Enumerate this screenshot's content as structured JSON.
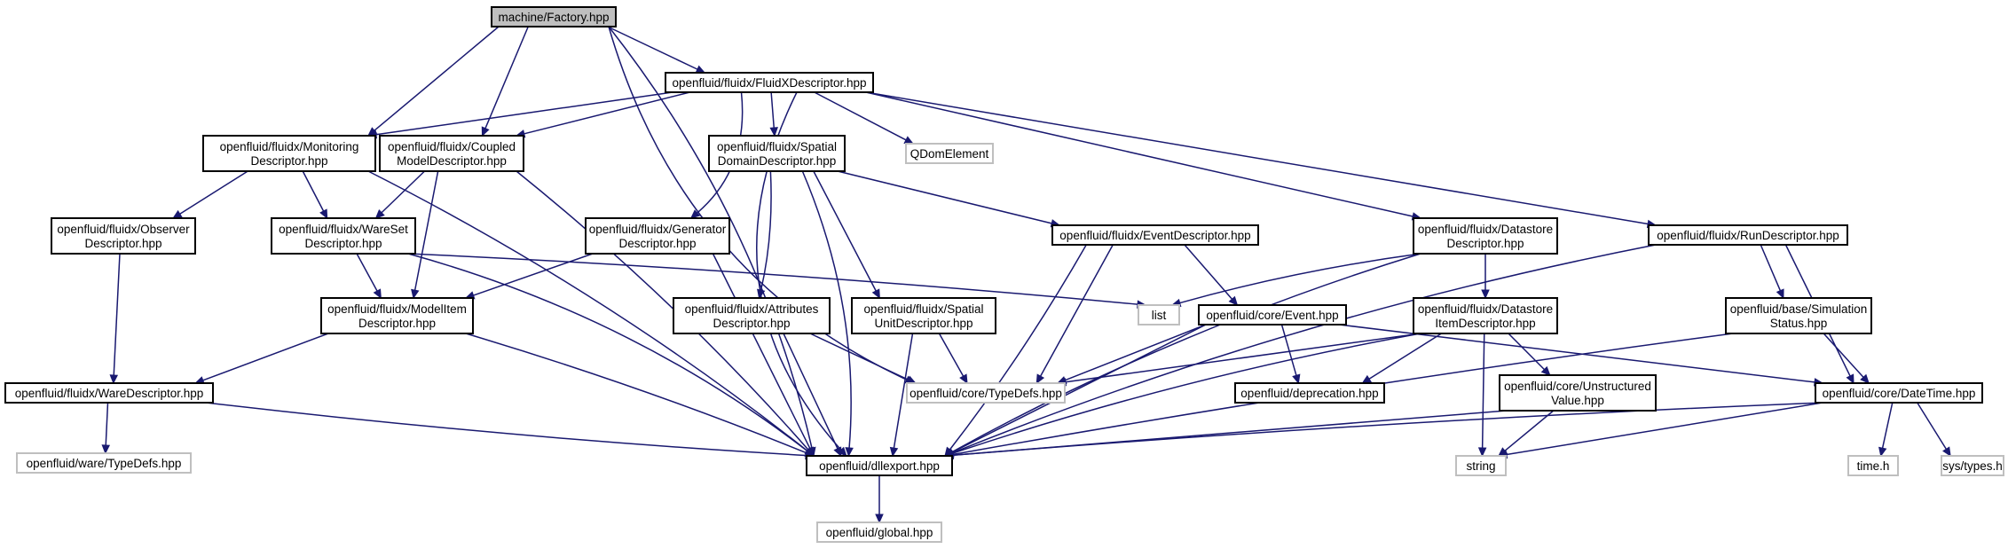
{
  "colors": {
    "edge": "#191970",
    "node_border": "#000000",
    "external_border": "#bfbfbf",
    "root_fill": "#bfbfbf",
    "node_fill": "#ffffff",
    "text": "#000000"
  },
  "nodes": [
    {
      "id": "factory",
      "lines": [
        "machine/Factory.hpp"
      ],
      "kind": "root"
    },
    {
      "id": "fluidxdesc",
      "lines": [
        "openfluid/fluidx/FluidXDescriptor.hpp"
      ],
      "kind": "local"
    },
    {
      "id": "monitoring",
      "lines": [
        "openfluid/fluidx/Monitoring",
        "Descriptor.hpp"
      ],
      "kind": "local"
    },
    {
      "id": "coupled",
      "lines": [
        "openfluid/fluidx/Coupled",
        "ModelDescriptor.hpp"
      ],
      "kind": "local"
    },
    {
      "id": "spatialdomain",
      "lines": [
        "openfluid/fluidx/Spatial",
        "DomainDescriptor.hpp"
      ],
      "kind": "local"
    },
    {
      "id": "qdom",
      "lines": [
        "QDomElement"
      ],
      "kind": "external"
    },
    {
      "id": "datastoredesc",
      "lines": [
        "openfluid/fluidx/Datastore",
        "Descriptor.hpp"
      ],
      "kind": "local"
    },
    {
      "id": "rundesc",
      "lines": [
        "openfluid/fluidx/RunDescriptor.hpp"
      ],
      "kind": "local"
    },
    {
      "id": "observer",
      "lines": [
        "openfluid/fluidx/Observer",
        "Descriptor.hpp"
      ],
      "kind": "local"
    },
    {
      "id": "wareset",
      "lines": [
        "openfluid/fluidx/WareSet",
        "Descriptor.hpp"
      ],
      "kind": "local"
    },
    {
      "id": "generator",
      "lines": [
        "openfluid/fluidx/Generator",
        "Descriptor.hpp"
      ],
      "kind": "local"
    },
    {
      "id": "eventdesc",
      "lines": [
        "openfluid/fluidx/EventDescriptor.hpp"
      ],
      "kind": "local"
    },
    {
      "id": "modelitem",
      "lines": [
        "openfluid/fluidx/ModelItem",
        "Descriptor.hpp"
      ],
      "kind": "local"
    },
    {
      "id": "attributes",
      "lines": [
        "openfluid/fluidx/Attributes",
        "Descriptor.hpp"
      ],
      "kind": "local"
    },
    {
      "id": "spatialunit",
      "lines": [
        "openfluid/fluidx/Spatial",
        "UnitDescriptor.hpp"
      ],
      "kind": "local"
    },
    {
      "id": "list",
      "lines": [
        "list"
      ],
      "kind": "external"
    },
    {
      "id": "coreevent",
      "lines": [
        "openfluid/core/Event.hpp"
      ],
      "kind": "local"
    },
    {
      "id": "dsitem",
      "lines": [
        "openfluid/fluidx/Datastore",
        "ItemDescriptor.hpp"
      ],
      "kind": "local"
    },
    {
      "id": "simstatus",
      "lines": [
        "openfluid/base/Simulation",
        "Status.hpp"
      ],
      "kind": "local"
    },
    {
      "id": "waredesc",
      "lines": [
        "openfluid/fluidx/WareDescriptor.hpp"
      ],
      "kind": "local"
    },
    {
      "id": "coretypedefs",
      "lines": [
        "openfluid/core/TypeDefs.hpp"
      ],
      "kind": "external"
    },
    {
      "id": "deprecation",
      "lines": [
        "openfluid/deprecation.hpp"
      ],
      "kind": "local"
    },
    {
      "id": "unstructured",
      "lines": [
        "openfluid/core/Unstructured",
        "Value.hpp"
      ],
      "kind": "local"
    },
    {
      "id": "datetime",
      "lines": [
        "openfluid/core/DateTime.hpp"
      ],
      "kind": "local"
    },
    {
      "id": "waretypedefs",
      "lines": [
        "openfluid/ware/TypeDefs.hpp"
      ],
      "kind": "external"
    },
    {
      "id": "dllexport",
      "lines": [
        "openfluid/dllexport.hpp"
      ],
      "kind": "local"
    },
    {
      "id": "string",
      "lines": [
        "string"
      ],
      "kind": "external"
    },
    {
      "id": "timeh",
      "lines": [
        "time.h"
      ],
      "kind": "external"
    },
    {
      "id": "systypes",
      "lines": [
        "sys/types.h"
      ],
      "kind": "external"
    },
    {
      "id": "global",
      "lines": [
        "openfluid/global.hpp"
      ],
      "kind": "external"
    }
  ],
  "edges": [
    [
      "factory",
      "fluidxdesc"
    ],
    [
      "factory",
      "monitoring"
    ],
    [
      "factory",
      "coupled"
    ],
    [
      "factory",
      "dllexport"
    ],
    [
      "factory",
      "coretypedefs"
    ],
    [
      "fluidxdesc",
      "monitoring"
    ],
    [
      "fluidxdesc",
      "coupled"
    ],
    [
      "fluidxdesc",
      "spatialdomain"
    ],
    [
      "fluidxdesc",
      "qdom"
    ],
    [
      "fluidxdesc",
      "datastoredesc"
    ],
    [
      "fluidxdesc",
      "rundesc"
    ],
    [
      "fluidxdesc",
      "generator"
    ],
    [
      "fluidxdesc",
      "dllexport"
    ],
    [
      "monitoring",
      "observer"
    ],
    [
      "monitoring",
      "wareset"
    ],
    [
      "monitoring",
      "dllexport"
    ],
    [
      "coupled",
      "wareset"
    ],
    [
      "coupled",
      "modelitem"
    ],
    [
      "coupled",
      "dllexport"
    ],
    [
      "observer",
      "waredesc"
    ],
    [
      "wareset",
      "modelitem"
    ],
    [
      "wareset",
      "list"
    ],
    [
      "wareset",
      "dllexport"
    ],
    [
      "generator",
      "modelitem"
    ],
    [
      "generator",
      "dllexport"
    ],
    [
      "modelitem",
      "waredesc"
    ],
    [
      "modelitem",
      "dllexport"
    ],
    [
      "waredesc",
      "waretypedefs"
    ],
    [
      "waredesc",
      "dllexport"
    ],
    [
      "spatialdomain",
      "attributes"
    ],
    [
      "spatialdomain",
      "spatialunit"
    ],
    [
      "spatialdomain",
      "eventdesc"
    ],
    [
      "spatialdomain",
      "dllexport"
    ],
    [
      "attributes",
      "coretypedefs"
    ],
    [
      "attributes",
      "dllexport"
    ],
    [
      "spatialunit",
      "coretypedefs"
    ],
    [
      "spatialunit",
      "dllexport"
    ],
    [
      "eventdesc",
      "coreevent"
    ],
    [
      "eventdesc",
      "coretypedefs"
    ],
    [
      "eventdesc",
      "dllexport"
    ],
    [
      "coreevent",
      "coretypedefs"
    ],
    [
      "coreevent",
      "deprecation"
    ],
    [
      "coreevent",
      "datetime"
    ],
    [
      "coreevent",
      "dllexport"
    ],
    [
      "datastoredesc",
      "list"
    ],
    [
      "datastoredesc",
      "dsitem"
    ],
    [
      "datastoredesc",
      "dllexport"
    ],
    [
      "dsitem",
      "coretypedefs"
    ],
    [
      "dsitem",
      "deprecation"
    ],
    [
      "dsitem",
      "unstructured"
    ],
    [
      "dsitem",
      "string"
    ],
    [
      "dsitem",
      "dllexport"
    ],
    [
      "unstructured",
      "string"
    ],
    [
      "unstructured",
      "dllexport"
    ],
    [
      "rundesc",
      "simstatus"
    ],
    [
      "rundesc",
      "datetime"
    ],
    [
      "rundesc",
      "dllexport"
    ],
    [
      "simstatus",
      "datetime"
    ],
    [
      "simstatus",
      "dllexport"
    ],
    [
      "datetime",
      "string"
    ],
    [
      "datetime",
      "timeh"
    ],
    [
      "datetime",
      "systypes"
    ],
    [
      "datetime",
      "dllexport"
    ],
    [
      "dllexport",
      "global"
    ]
  ]
}
